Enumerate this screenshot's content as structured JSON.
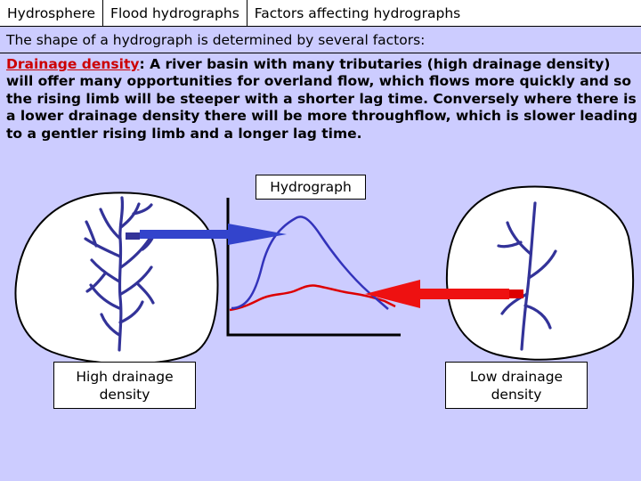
{
  "tabs": [
    "Hydrosphere",
    "Flood hydrographs",
    "Factors affecting hydrographs"
  ],
  "subheading": "The shape of a hydrograph is determined by several factors:",
  "drainage": {
    "term": "Drainage density",
    "text": ": A river basin with many tributaries (high drainage density) will offer many opportunities for overland flow, which flows more quickly and so the rising limb will be steeper with a shorter lag time.  Conversely where there is a lower drainage density there will be more throughflow, which is slower leading to a gentler rising limb and a longer lag time."
  },
  "hydrograph_label": "Hydrograph",
  "high_label": "High drainage density",
  "low_label": "Low drainage density",
  "colors": {
    "background": "#ccccff",
    "river": "#333399",
    "high_curve": "#3333bb",
    "low_curve": "#dd0000",
    "arrow_blue": "#3344cc",
    "arrow_red": "#ee1111",
    "term": "#cc0000"
  }
}
